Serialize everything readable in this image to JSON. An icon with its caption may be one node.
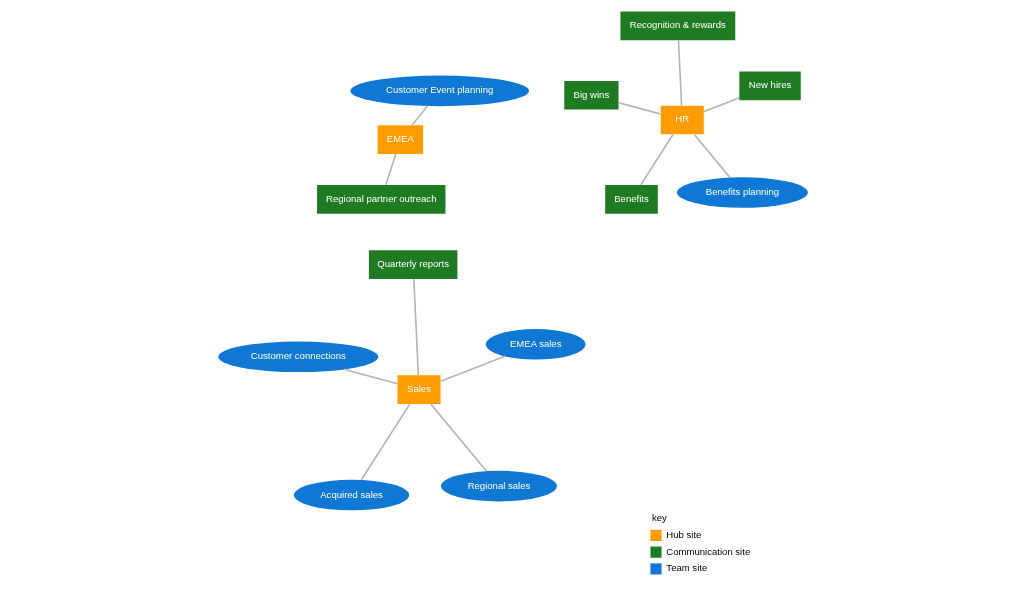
{
  "diagram": {
    "nodes": [
      {
        "text": [
          "Sales"
        ]
      },
      {
        "text": [
          "Regional sales"
        ]
      },
      {
        "text": [
          "Acquired sales"
        ]
      },
      {
        "text": [
          "Customer connections"
        ]
      },
      {
        "text": [
          "EMEA sales"
        ]
      },
      {
        "text": [
          "Quarterly reports"
        ]
      },
      {
        "text": [
          "HR"
        ]
      },
      {
        "text": [
          "Benefits planning"
        ]
      },
      {
        "text": [
          "Benefits"
        ]
      },
      {
        "text": [
          "Big wins"
        ]
      },
      {
        "text": [
          "New hires"
        ]
      },
      {
        "text": [
          "Recognition & rewards"
        ]
      },
      {
        "text": [
          "EMEA"
        ]
      },
      {
        "text": [
          "Customer Event planning"
        ]
      },
      {
        "text": [
          "Regional partner outreach"
        ]
      }
    ],
    "edges": [
      {
        "from": 0,
        "to": 1,
        "arrow": "none"
      },
      {
        "from": 0,
        "to": 2,
        "arrow": "none"
      },
      {
        "from": 0,
        "to": 3,
        "arrow": "none"
      },
      {
        "from": 0,
        "to": 4,
        "arrow": "none"
      },
      {
        "from": 0,
        "to": 5,
        "arrow": "none"
      },
      {
        "from": 6,
        "to": 7,
        "arrow": "none"
      },
      {
        "from": 6,
        "to": 8,
        "arrow": "none"
      },
      {
        "from": 6,
        "to": 9,
        "arrow": "none"
      },
      {
        "from": 6,
        "to": 10,
        "arrow": "none"
      },
      {
        "from": 6,
        "to": 11,
        "arrow": "none"
      },
      {
        "from": 12,
        "to": 13,
        "arrow": "none"
      },
      {
        "from": 12,
        "to": 14,
        "arrow": "none"
      }
    ],
    "labels": [
      "key"
    ],
    "legend": [
      {
        "text": "Hub site",
        "color": "#ff9c00"
      },
      {
        "text": "Communication site",
        "color": "#1e7b22"
      },
      {
        "text": "Team site",
        "color": "#0f78d4"
      }
    ]
  }
}
